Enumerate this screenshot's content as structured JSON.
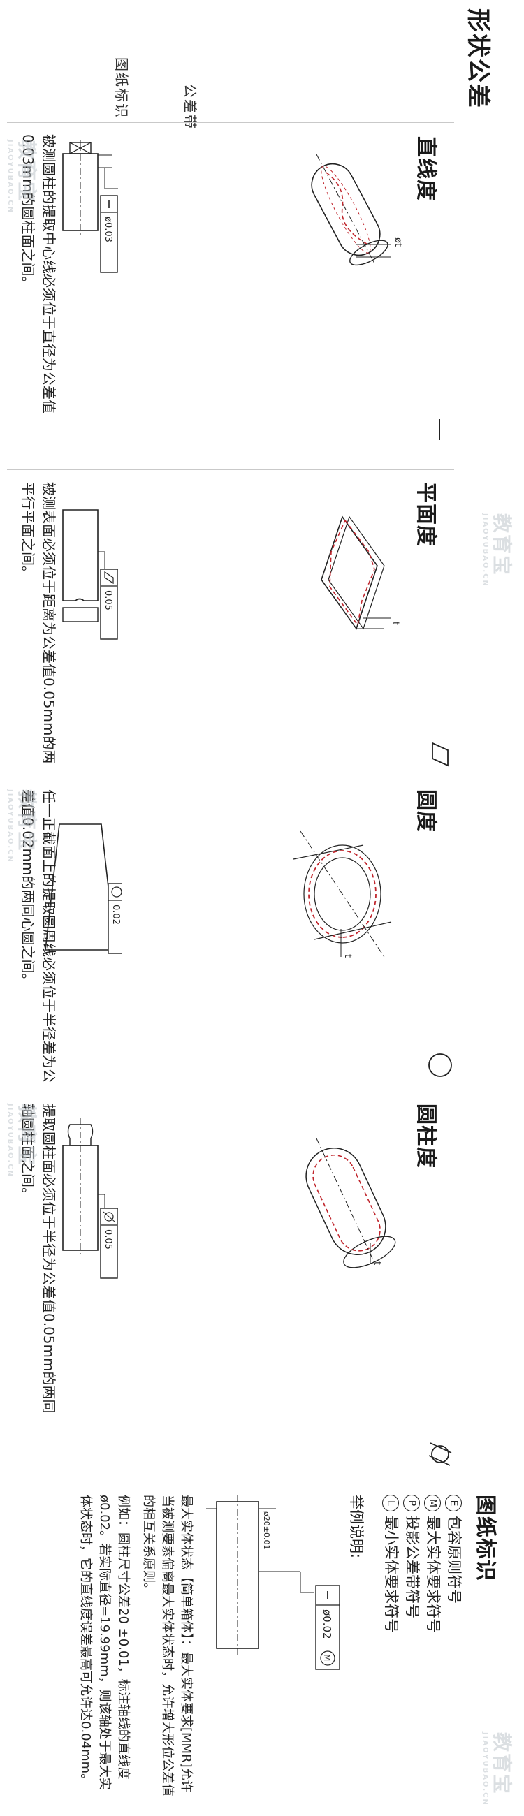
{
  "page_title": "形状公差",
  "row_labels": {
    "tolerance_zone": "公差带",
    "drawing_mark": "图纸标识"
  },
  "items": [
    {
      "title": "直线度",
      "frame_value": "ø0.03",
      "dim_label": "øt",
      "description": "被测圆柱的提取中心线必须位于直径为公差值0.03mm的圆柱面之间。"
    },
    {
      "title": "平面度",
      "frame_value": "0.05",
      "dim_label": "t",
      "description": "被测表面必须位于距离为公差值0.05mm的两平行平面之间。"
    },
    {
      "title": "圆度",
      "frame_value": "0.02",
      "dim_label": "t",
      "description": "任一正截面上的提取圆周线必须位于半径差为公差值0.02mm的两同心圆之间。"
    },
    {
      "title": "圆柱度",
      "frame_value": "0.05",
      "dim_label": "t",
      "description": "提取圆柱面必须位于半径为公差值0.05mm的两同轴圆柱面之间。"
    }
  ],
  "drawing_marks": {
    "title": "图纸标识",
    "legend": [
      {
        "symbol": "E",
        "text": "包容原则符号"
      },
      {
        "symbol": "M",
        "text": "最大实体要求符号"
      },
      {
        "symbol": "P",
        "text": "投影公差带符号"
      },
      {
        "symbol": "L",
        "text": "最小实体要求符号"
      }
    ],
    "example_label": "举例说明:",
    "example_dim": "ø20±0.01",
    "example_frame": "ø0.02",
    "example_frame_modifier": "M",
    "paragraph1": "最大实体状态【简单箱体】：最大实体要求[MMR]允许当被测要素偏离最大实体状态时，允许增大形位公差值的相互关系原则。",
    "paragraph2": "例如：圆柱尺寸公差20 ±0.01，标注轴线的直线度ø0.02。若实际直径=19.99mm，则该轴处于最大实体状态时，它的直线度误差最高可允许达0.04mm。"
  },
  "watermark": {
    "cn": "教育宝",
    "en": "JIAOYUBAO.CN"
  },
  "colors": {
    "accent_red": "#c0262d",
    "line": "#222222",
    "divider": "#c9c9c9"
  }
}
